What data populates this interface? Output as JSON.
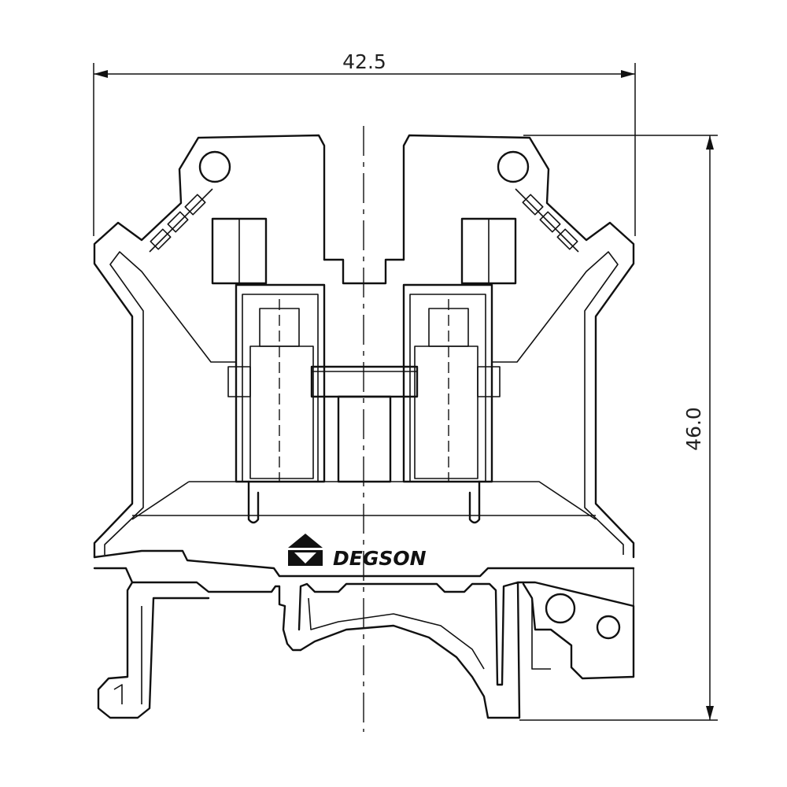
{
  "dimensions": {
    "width_label": "42.5",
    "height_label": "46.0"
  },
  "brand": {
    "name": "DEGSON"
  }
}
